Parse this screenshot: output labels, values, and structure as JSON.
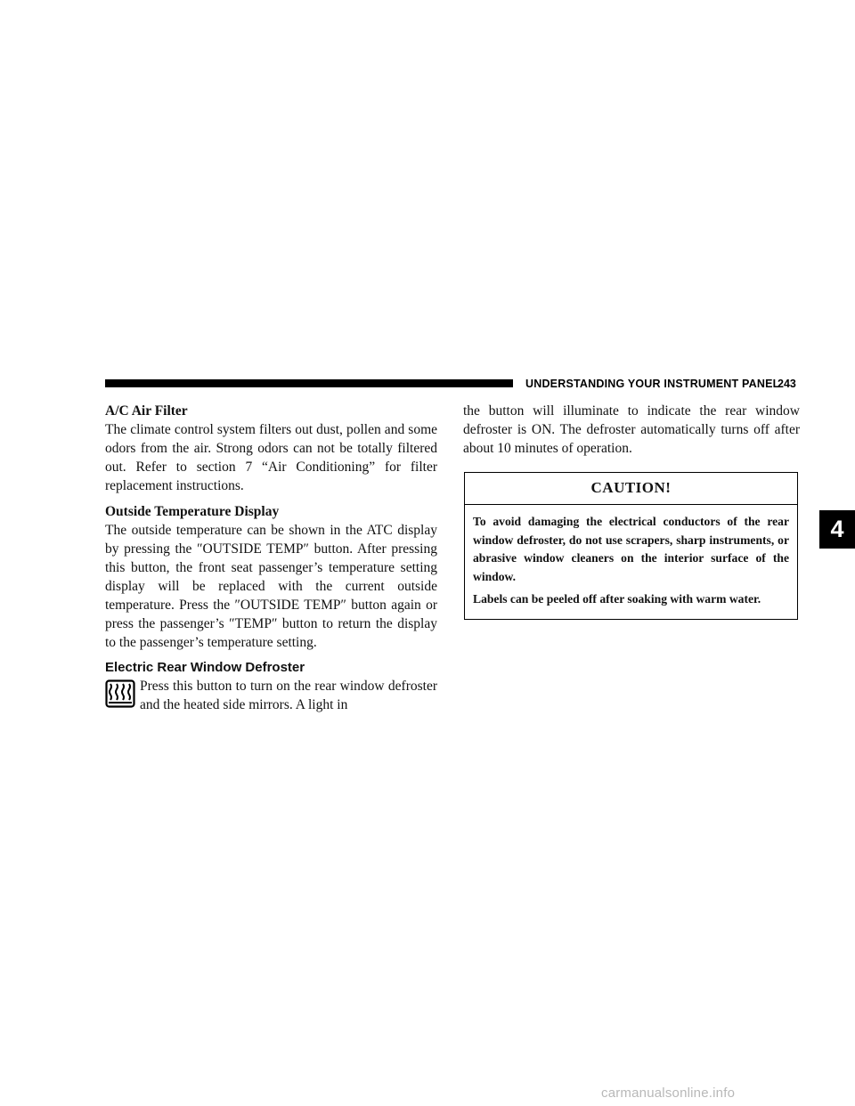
{
  "header": {
    "title": "UNDERSTANDING YOUR INSTRUMENT PANEL",
    "page_number": "243"
  },
  "sections": {
    "ac_filter": {
      "heading": "A/C Air Filter",
      "body": "The climate control system filters out dust, pollen and some odors from the air. Strong odors can not be totally filtered out. Refer to section 7 “Air Conditioning” for filter replacement instructions."
    },
    "outside_temp": {
      "heading": "Outside Temperature Display",
      "body": "The outside temperature can be shown in the ATC display by pressing the ″OUTSIDE TEMP″ button. After pressing this button, the front seat passenger’s tempera­ture setting display will be replaced with the current outside temperature. Press the ″OUTSIDE TEMP″ button again or press the passenger’s ″TEMP″ button to return the display to the passenger’s temperature setting."
    },
    "rear_defroster": {
      "heading": "Electric Rear Window Defroster",
      "icon": "rear-defroster-icon",
      "body_left": "Press this button to turn on the rear window defroster and the heated side mirrors. A light in",
      "body_right": "the button will illuminate to indicate the rear window defroster is ON. The defroster automatically turns off after about 10 minutes of operation."
    }
  },
  "caution": {
    "title": "CAUTION!",
    "paragraphs": [
      "To avoid damaging the electrical conductors of the rear window defroster, do not use scrapers, sharp instruments, or abrasive window cleaners on the interior surface of the window.",
      "Labels can be peeled off after soaking with warm water."
    ]
  },
  "chapter_tab": "4",
  "watermark": "carmanualsonline.info"
}
